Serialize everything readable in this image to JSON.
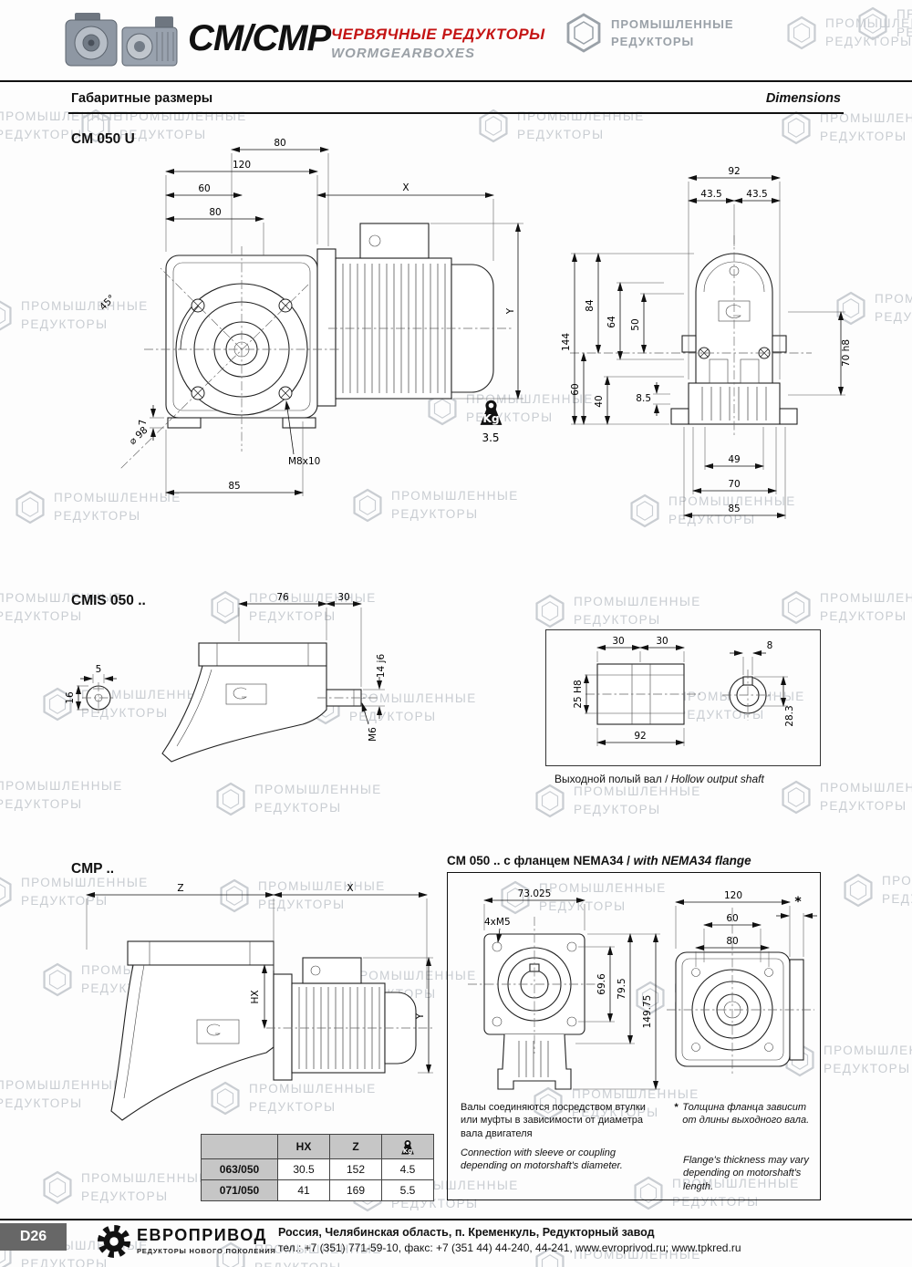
{
  "watermark": {
    "line1": "ПРОМЫШЛЕННЫЕ",
    "line2": "РЕДУКТОРЫ"
  },
  "header": {
    "model": "CM/CMP",
    "type_ru": "ЧЕРВЯЧНЫЕ РЕДУКТОРЫ",
    "type_en": "WORMGEARBOXES",
    "brand_line1": "ПРОМЫШЛЕННЫЕ",
    "brand_line2": "РЕДУКТОРЫ"
  },
  "section": {
    "title_ru": "Габаритные размеры",
    "title_en": "Dimensions"
  },
  "cm050u": {
    "title": "CM 050 U",
    "front": {
      "d80_top": "80",
      "d120": "120",
      "d60": "60",
      "d80_mid": "80",
      "dX": "X",
      "dY": "Y",
      "angle": "45°",
      "d7": "7",
      "d98": "⌀ 98",
      "d85": "85",
      "m8": "M8x10",
      "kg": "Kg",
      "weight": "3.5"
    },
    "rear": {
      "d92": "92",
      "d435l": "43.5",
      "d435r": "43.5",
      "d144": "144",
      "d84": "84",
      "d64": "64",
      "d50": "50",
      "d60": "60",
      "d40": "40",
      "d85s": "8.5",
      "d70h8": "70 h8",
      "d49": "49",
      "d70": "70",
      "d85": "85"
    }
  },
  "cmis": {
    "title": "CMIS 050 ..",
    "side": {
      "d76": "76",
      "d30": "30",
      "d14j6": "14 j6",
      "d5": "5",
      "d16": "16",
      "m6": "M6"
    },
    "hollow": {
      "d30l": "30",
      "d30r": "30",
      "d8": "8",
      "d25h8": "25 H8",
      "d92": "92",
      "d283": "28.3",
      "caption_ru": "Выходной полый вал",
      "caption_sep": " / ",
      "caption_en": "Hollow output shaft"
    }
  },
  "cmp": {
    "title": "CMP ..",
    "dims": {
      "Z": "Z",
      "X": "X",
      "HX": "HX",
      "Y": "Y"
    },
    "table": {
      "headers": [
        "",
        "HX",
        "Z",
        "Kg"
      ],
      "rows": [
        {
          "name": "063/050",
          "hx": "30.5",
          "z": "152",
          "kg": "4.5"
        },
        {
          "name": "071/050",
          "hx": "41",
          "z": "169",
          "kg": "5.5"
        }
      ]
    }
  },
  "nema": {
    "title_ru": "CM 050 .. с фланцем NEMA34 / ",
    "title_en": "with NEMA34 flange",
    "left": {
      "d73": "73.025",
      "m5": "4xM5",
      "d696": "69.6",
      "d795": "79.5",
      "d14975": "149.75"
    },
    "right": {
      "d120": "120",
      "d60": "60",
      "d80": "80",
      "star": "*"
    },
    "note_ru": "Валы соединяются посредством втулки или муфты в зависимости от диаметра вала двигателя",
    "note_en": "Connection with sleeve or coupling depending on motorshaft's diameter.",
    "star_note_ru": "Толщина фланца зависит от длины выходного вала.",
    "star_note_en": "Flange's thickness may vary depending on motorshaft's length."
  },
  "footer": {
    "page": "D26",
    "brand": "ЕВРОПРИВОД",
    "brand_sub": "РЕДУКТОРЫ НОВОГО ПОКОЛЕНИЯ",
    "address": "Россия, Челябинская область, п. Кременкуль, Редукторный завод",
    "contacts": "тел.: +7 (351) 771-59-10, факс: +7 (351 44) 44-240, 44-241, www.evroprivod.ru; www.tpkred.ru"
  }
}
